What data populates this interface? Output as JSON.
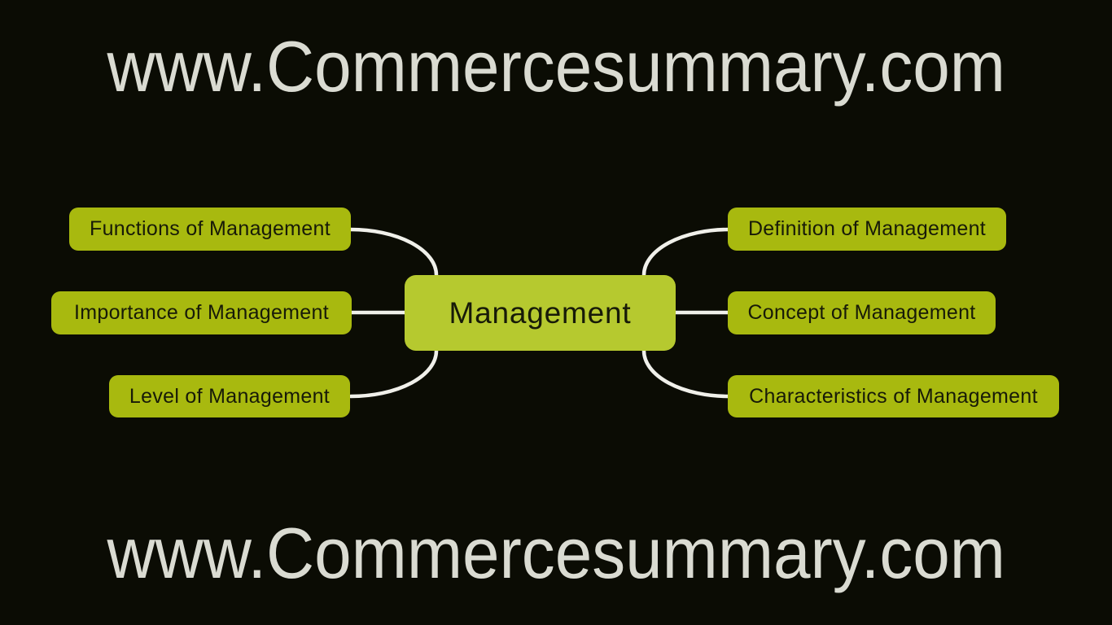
{
  "watermark": {
    "top_text": "www.Commercesummary.com",
    "bottom_text": "www.Commercesummary.com"
  },
  "mindmap": {
    "center": {
      "label": "Management"
    },
    "left_nodes": [
      {
        "label": "Functions of Management"
      },
      {
        "label": "Importance of Management"
      },
      {
        "label": "Level of Management"
      }
    ],
    "right_nodes": [
      {
        "label": "Definition of Management"
      },
      {
        "label": "Concept of Management"
      },
      {
        "label": "Characteristics of Management"
      }
    ]
  },
  "colors": {
    "background": "#0b0c04",
    "center_fill": "#b6c92f",
    "node_fill": "#a8b90f",
    "node_text": "#171a08",
    "connector": "#f0f0ea",
    "watermark": "#dadbd2"
  }
}
